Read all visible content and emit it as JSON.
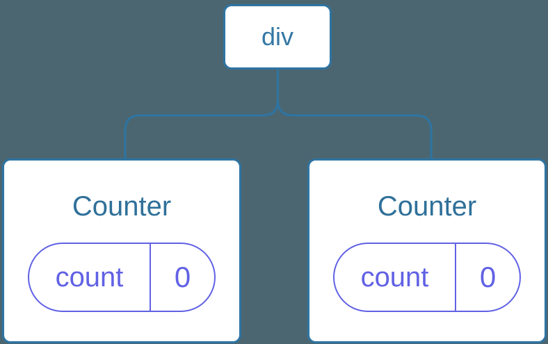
{
  "colors": {
    "background": "#4b6671",
    "line-blue": "#2e74a2",
    "node-text-blue": "#3478a5",
    "title-blue": "#2f7099",
    "purple": "#6161e5"
  },
  "tree": {
    "root": {
      "label": "div"
    },
    "children": [
      {
        "title": "Counter",
        "state": {
          "key": "count",
          "value": "0"
        }
      },
      {
        "title": "Counter",
        "state": {
          "key": "count",
          "value": "0"
        }
      }
    ]
  }
}
